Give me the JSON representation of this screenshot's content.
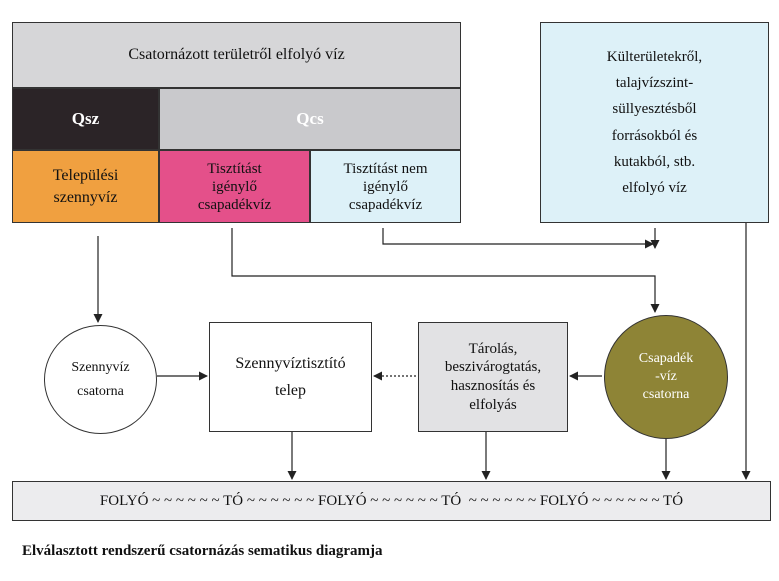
{
  "header": {
    "urban_runoff": "Csatornázott területről elfolyó víz",
    "qsz": "Qsz",
    "qcs": "Qcs"
  },
  "categories": {
    "municipal_sewage": [
      "Települési",
      "szennyvíz"
    ],
    "rain_needs_treatment": [
      "Tisztítást",
      "igénylő",
      "csapadékvíz"
    ],
    "rain_no_treatment": [
      "Tisztítást nem",
      "igénylő",
      "csapadékvíz"
    ]
  },
  "outside_sources": [
    "Külterületekről,",
    "talajvízszint-",
    "süllyesztésből",
    "forrásokból és",
    "kutakból, stb.",
    "elfolyó víz"
  ],
  "nodes": {
    "sewer": [
      "Szennyvíz",
      "csatorna"
    ],
    "treatment_plant": [
      "Szennyvíztisztító",
      "telep"
    ],
    "storage": [
      "Tárolás,",
      "beszivárogtatás,",
      "hasznosítás és",
      "elfolyás"
    ],
    "storm_sewer": [
      "Csapadék",
      "-víz",
      "csatorna"
    ]
  },
  "river": "FOLYÓ ~ ~ ~ ~ ~ ~ TÓ ~ ~ ~ ~ ~ ~ FOLYÓ ~ ~ ~ ~ ~ ~ TÓ  ~ ~ ~ ~ ~ ~ FOLYÓ ~ ~ ~ ~ ~ ~ TÓ",
  "caption": "Elválasztott rendszerű csatornázás sematikus diagramja",
  "colors": {
    "header_gray": "#d6d6d8",
    "qsz_dark": "#2b2427",
    "qcs_gray": "#c9c9cc",
    "orange": "#f0a040",
    "pink": "#e4508a",
    "light_blue": "#ddf1f8",
    "storage_gray": "#e2e2e4",
    "river_gray": "#ececee",
    "storm_olive": "#8e8436"
  }
}
